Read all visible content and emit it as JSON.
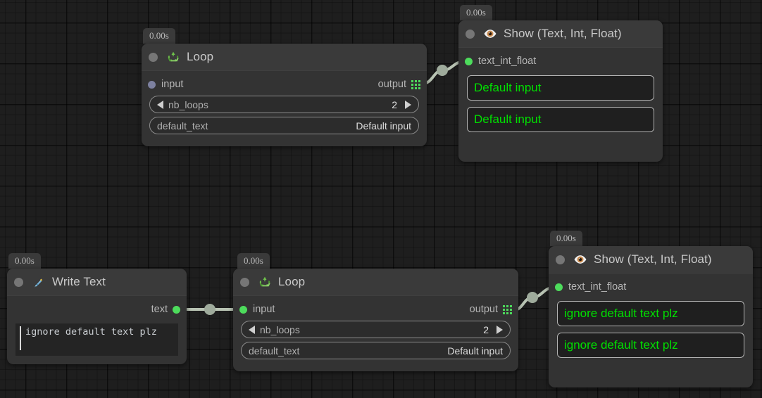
{
  "canvas": {
    "background": "#1e1e1e",
    "grid_minor": 14.5,
    "grid_major": 58
  },
  "colors": {
    "node_body": "#333333",
    "node_header": "#3a3a3a",
    "port_connected": "#4ddc5c",
    "port_unconnected": "#7d81a0",
    "value_text": "#00e000",
    "wire": "#b9c4b4"
  },
  "nodes": [
    {
      "id": "loop-top",
      "timestamp": "0.00s",
      "icon": "recycle-icon",
      "title": "Loop",
      "input_port": {
        "label": "input",
        "state": "unconnected"
      },
      "output_port": {
        "label": "output",
        "icon": "grid-icon"
      },
      "params": [
        {
          "name": "nb_loops",
          "value": "2",
          "type": "stepper"
        },
        {
          "name": "default_text",
          "value": "Default input",
          "type": "text"
        }
      ]
    },
    {
      "id": "show-top",
      "timestamp": "0.00s",
      "icon": "eye-icon",
      "title": "Show (Text, Int, Float)",
      "input_port": {
        "label": "text_int_float",
        "state": "connected"
      },
      "values": [
        "Default input",
        "Default input"
      ]
    },
    {
      "id": "write-text",
      "timestamp": "0.00s",
      "icon": "pen-nib-icon",
      "title": "Write Text",
      "output_port": {
        "label": "text",
        "state": "connected"
      },
      "text_value": "ignore default text plz"
    },
    {
      "id": "loop-bottom",
      "timestamp": "0.00s",
      "icon": "recycle-icon",
      "title": "Loop",
      "input_port": {
        "label": "input",
        "state": "connected"
      },
      "output_port": {
        "label": "output",
        "icon": "grid-icon"
      },
      "params": [
        {
          "name": "nb_loops",
          "value": "2",
          "type": "stepper"
        },
        {
          "name": "default_text",
          "value": "Default input",
          "type": "text"
        }
      ]
    },
    {
      "id": "show-bottom",
      "timestamp": "0.00s",
      "icon": "eye-icon",
      "title": "Show (Text, Int, Float)",
      "input_port": {
        "label": "text_int_float",
        "state": "connected"
      },
      "values": [
        "ignore default text plz",
        "ignore default text plz"
      ]
    }
  ]
}
